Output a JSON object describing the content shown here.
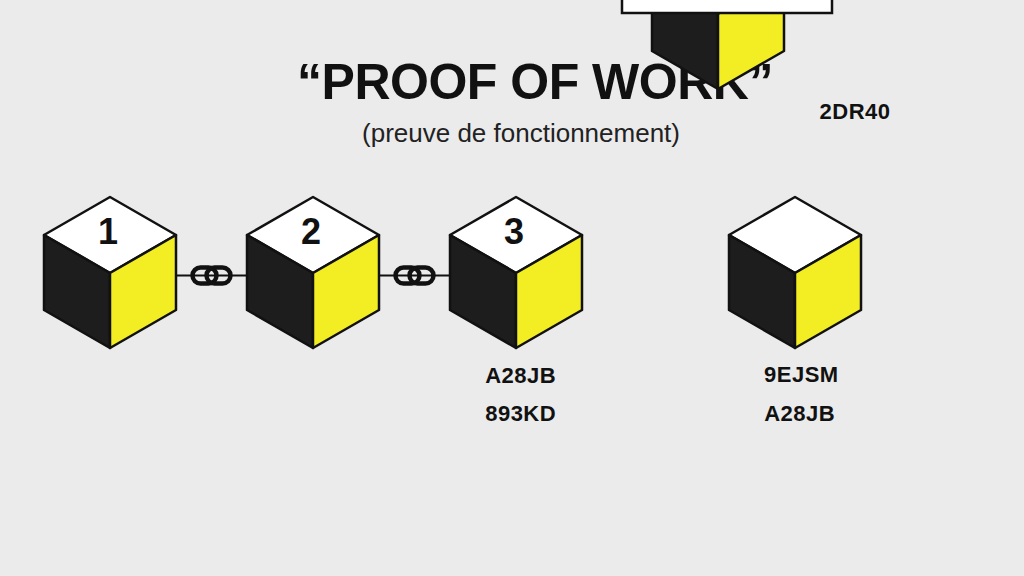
{
  "diagram": {
    "title": "“PROOF OF WORK”",
    "nodes": [
      {
        "text": [
          "2DR40"
        ]
      },
      {
        "text": [
          "1"
        ]
      },
      {
        "text": [
          "2"
        ]
      },
      {
        "text": [
          "3",
          "A28JB",
          "893KD"
        ]
      },
      {
        "text": [
          "9EJSM",
          "A28JB"
        ]
      }
    ],
    "edges": [
      {
        "from": 1,
        "to": 2,
        "arrow": "none"
      },
      {
        "from": 2,
        "to": 3,
        "arrow": "none"
      }
    ],
    "labels": [
      "(preuve de fonctionnement)"
    ]
  }
}
